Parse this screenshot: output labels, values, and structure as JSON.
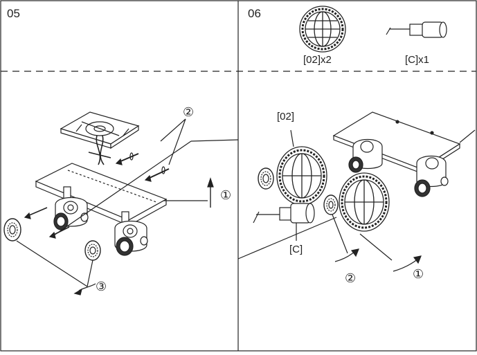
{
  "panels": [
    {
      "step": "05",
      "callouts": {
        "one": "①",
        "two": "②",
        "three": "③"
      }
    },
    {
      "step": "06",
      "parts_list": [
        {
          "label": "[02]x2",
          "icon": "glass-shade-icon"
        },
        {
          "label": "[C]x1",
          "icon": "bulb-tool-icon"
        }
      ],
      "labels": {
        "shade": "[02]",
        "tool": "[C]"
      },
      "callouts": {
        "one": "①",
        "two": "②"
      }
    }
  ]
}
